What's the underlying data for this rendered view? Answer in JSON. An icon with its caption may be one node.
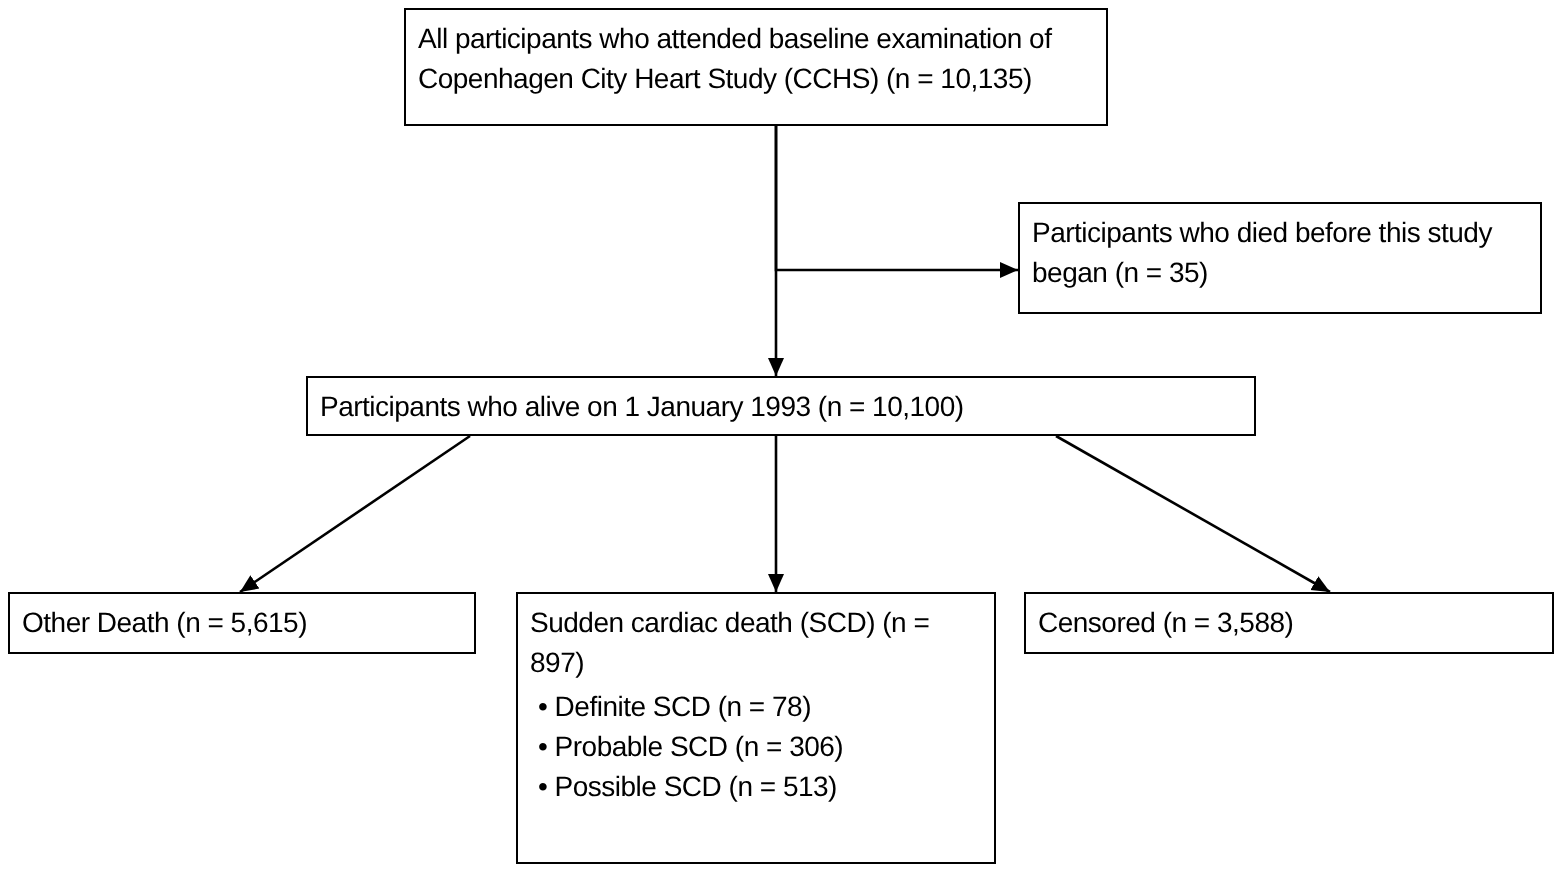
{
  "diagram": {
    "nodes": [
      {
        "text": [
          "All participants who attended baseline examination of Copenhagen City Heart Study (CCHS) (n = 10,135)"
        ]
      },
      {
        "text": [
          "Participants who died before this study began (n = 35)"
        ]
      },
      {
        "text": [
          "Participants who alive on 1 January 1993 (n = 10,100)"
        ]
      },
      {
        "text": [
          "Other Death (n = 5,615)"
        ]
      },
      {
        "text": [
          "Sudden cardiac death (SCD) (n = 897)",
          "• Definite SCD (n = 78)",
          "• Probable SCD (n = 306)",
          "• Possible SCD (n = 513)"
        ]
      },
      {
        "text": [
          "Censored (n = 3,588)"
        ]
      }
    ],
    "edges": [
      {
        "from": 0,
        "to": 1,
        "arrow": "to"
      },
      {
        "from": 0,
        "to": 2,
        "arrow": "to"
      },
      {
        "from": 2,
        "to": 3,
        "arrow": "to"
      },
      {
        "from": 2,
        "to": 4,
        "arrow": "to"
      },
      {
        "from": 2,
        "to": 5,
        "arrow": "to"
      }
    ]
  }
}
